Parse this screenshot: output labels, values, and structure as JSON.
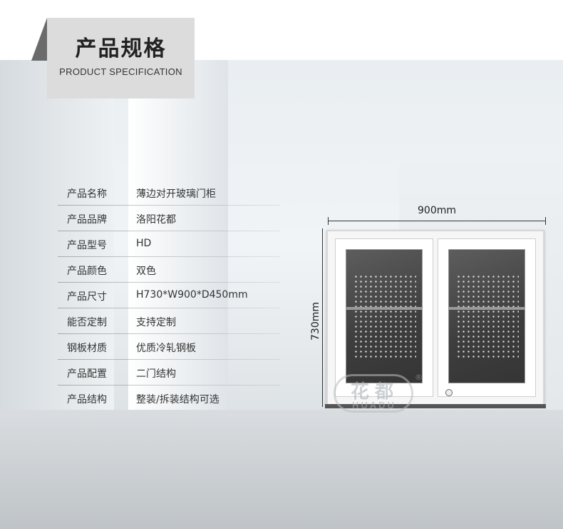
{
  "header": {
    "title_cn": "产品规格",
    "title_en": "PRODUCT SPECIFICATION"
  },
  "specs": [
    {
      "label": "产品名称",
      "value": "薄边对开玻璃门柜"
    },
    {
      "label": "产品品牌",
      "value": "洛阳花都"
    },
    {
      "label": "产品型号",
      "value": "HD"
    },
    {
      "label": "产品颜色",
      "value": "双色"
    },
    {
      "label": "产品尺寸",
      "value": "H730*W900*D450mm"
    },
    {
      "label": "能否定制",
      "value": "支持定制"
    },
    {
      "label": "钢板材质",
      "value": "优质冷轧钢板"
    },
    {
      "label": "产品配置",
      "value": "二门结构"
    },
    {
      "label": "产品结构",
      "value": "整装/拆装结构可选"
    }
  ],
  "dimensions": {
    "width": "900mm",
    "height": "730mm"
  },
  "logo": {
    "text_cn": "花都",
    "text_en": "HUADU",
    "mark": "®"
  }
}
